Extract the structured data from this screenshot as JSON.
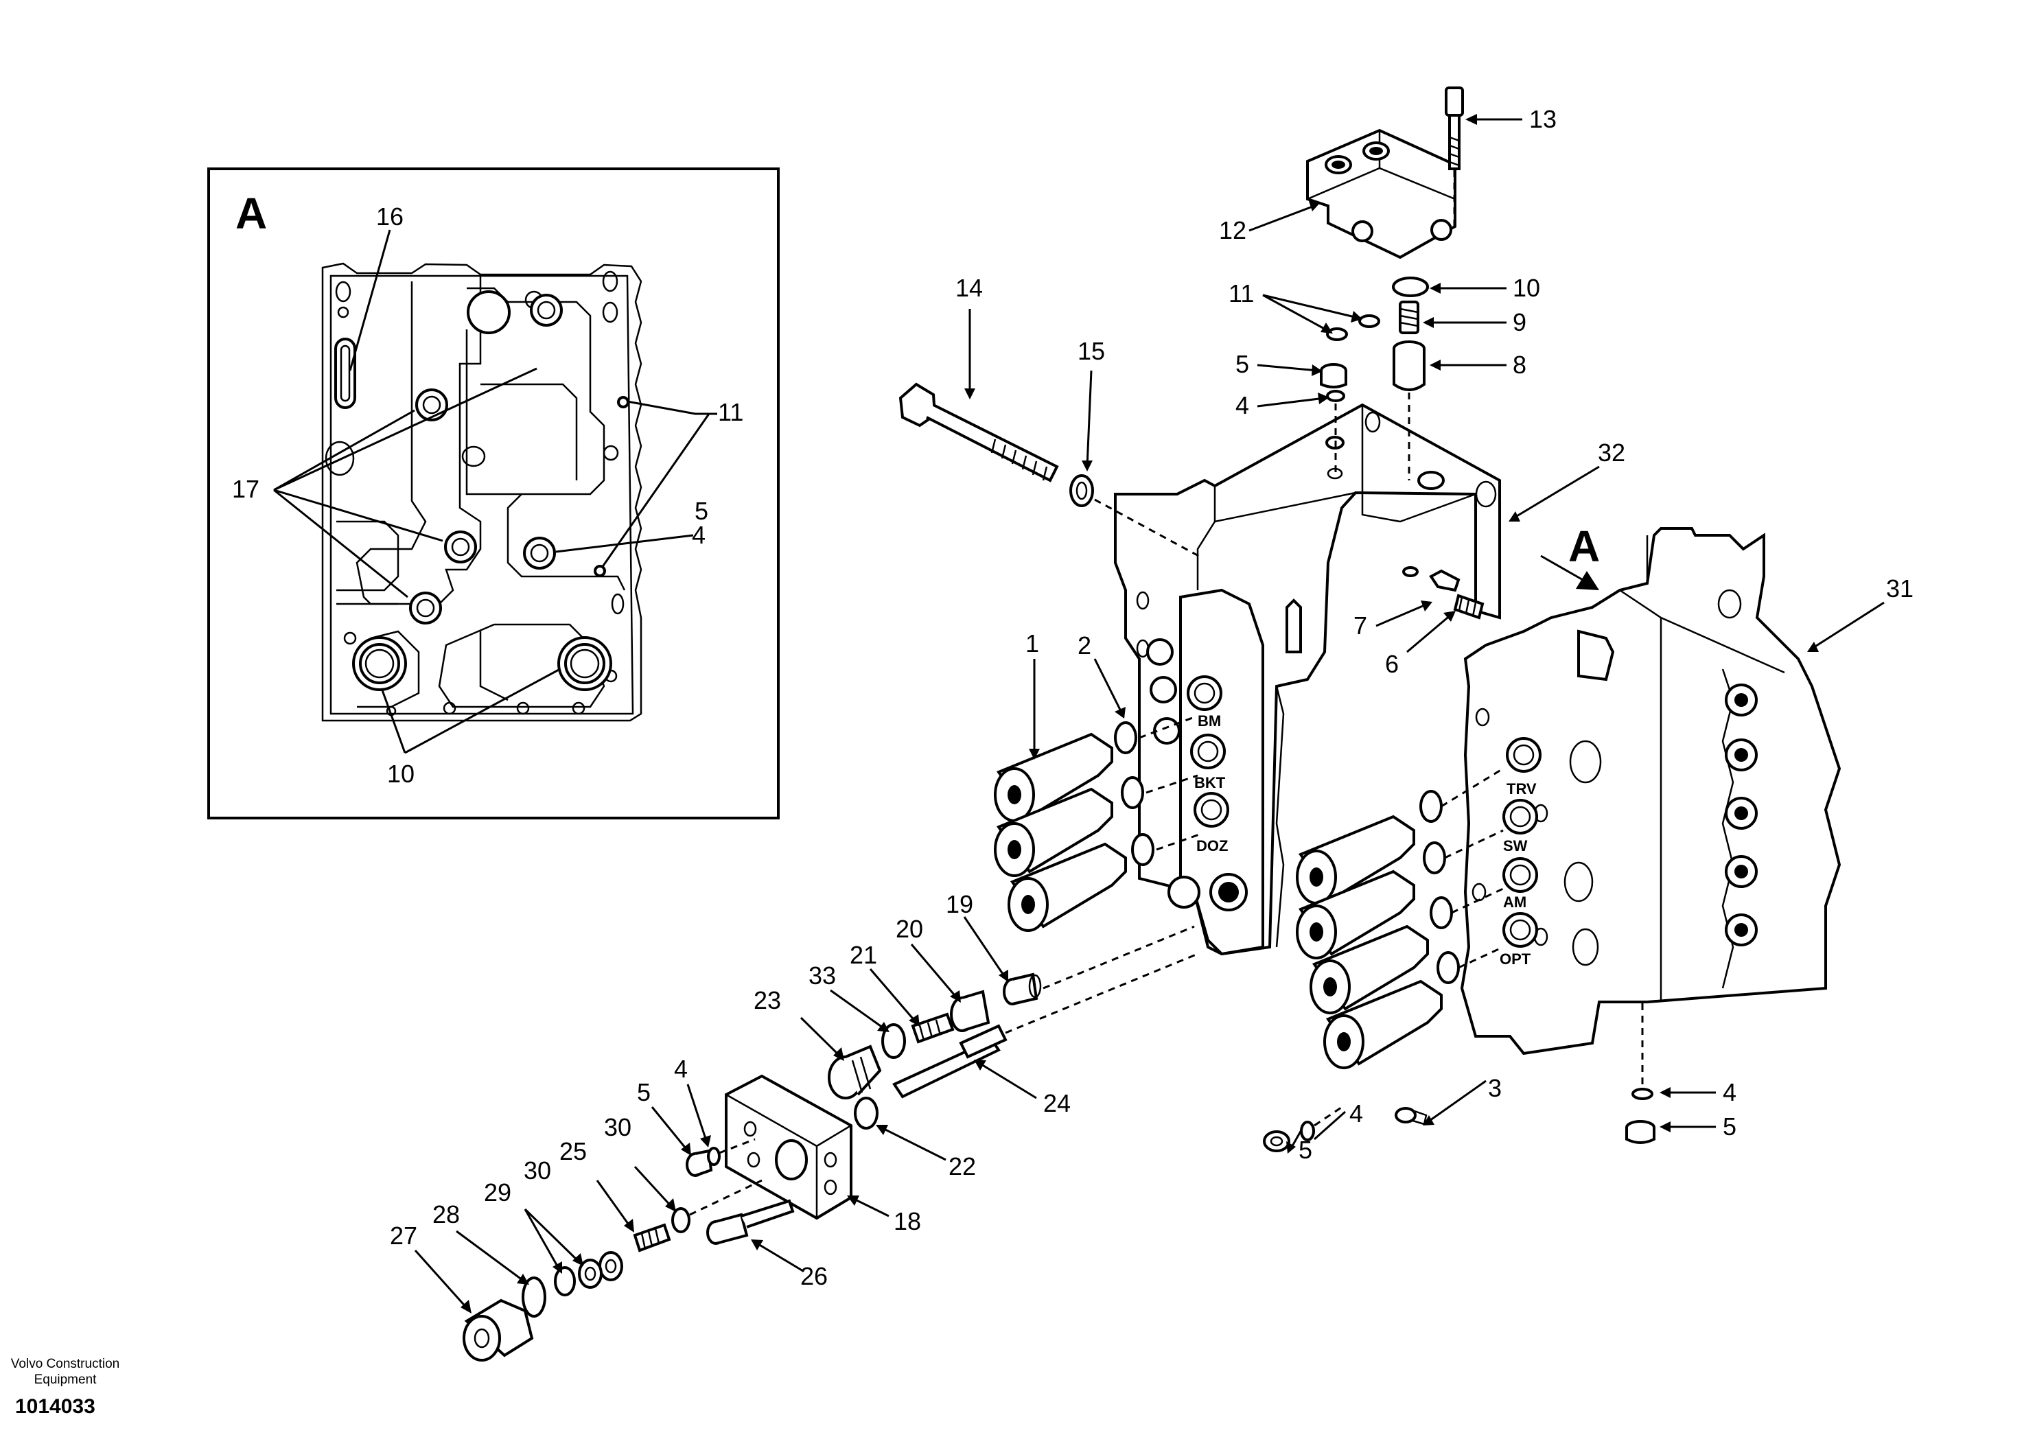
{
  "detail_view": {
    "letter": "A",
    "callouts": [
      "16",
      "11",
      "17",
      "5",
      "4",
      "10"
    ]
  },
  "main_view": {
    "view_marker": "A",
    "callouts": [
      "13",
      "12",
      "10",
      "11",
      "9",
      "5",
      "8",
      "4",
      "14",
      "15",
      "32",
      "A",
      "31",
      "7",
      "6",
      "1",
      "2",
      "3",
      "4",
      "5",
      "19",
      "20",
      "21",
      "33",
      "23",
      "24",
      "22",
      "4",
      "5",
      "18",
      "26",
      "30",
      "25",
      "29",
      "30",
      "28",
      "27",
      "4",
      "5"
    ],
    "port_labels": [
      "BM",
      "BKT",
      "DOZ",
      "TRV",
      "SW",
      "AM",
      "OPT"
    ]
  },
  "footer": {
    "brand": "Volvo Construction Equipment",
    "doc_number": "1014033"
  }
}
